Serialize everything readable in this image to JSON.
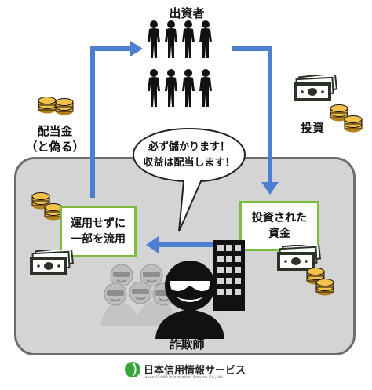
{
  "investors": {
    "label": "出資者"
  },
  "left_flow": {
    "label_line1": "配当金",
    "label_line2": "（と偽る）"
  },
  "right_flow": {
    "label": "投資"
  },
  "speech": {
    "line1": "必ず儲かります！",
    "line2": "収益は配当します！"
  },
  "misuse_box": {
    "line1": "運用せずに",
    "line2": "一部を流用"
  },
  "invested_box": {
    "line1": "投資された",
    "line2": "資金"
  },
  "fraudster": {
    "label": "詐欺師"
  },
  "footer": {
    "org": "日本信用情報サービス",
    "org_en": "Japan Credit Information Service Co.,Ltd."
  },
  "colors": {
    "arrow": "#4d7fd1",
    "box_border": "#7dbd3c",
    "panel": "#d4d4d4",
    "coin": "#e3a52a",
    "bill": "#2b3328"
  }
}
